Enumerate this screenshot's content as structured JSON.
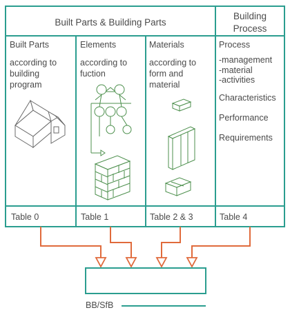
{
  "header": {
    "left_title": "Built Parts & Building Parts",
    "right_title_line1": "Building",
    "right_title_line2": "Process"
  },
  "columns": [
    {
      "title": "Built Parts",
      "desc": [
        "according to",
        "building",
        "program"
      ],
      "table": "Table 0"
    },
    {
      "title": "Elements",
      "desc": [
        "according to",
        "fuction"
      ],
      "table": "Table 1"
    },
    {
      "title": "Materials",
      "desc": [
        "according to",
        "form and",
        "material"
      ],
      "table": "Table 2 & 3"
    },
    {
      "title": "Process",
      "desc": [
        "-management",
        "-material",
        "-activities",
        "Characteristics",
        "Performance",
        "Requirements"
      ],
      "table": "Table 4"
    }
  ],
  "footer": {
    "label": "BB/SfB"
  },
  "colors": {
    "frame": "#2a9d8f",
    "arrows": "#e06a3b",
    "illustration": "#4c8f4c",
    "text": "#4a4a4a"
  }
}
